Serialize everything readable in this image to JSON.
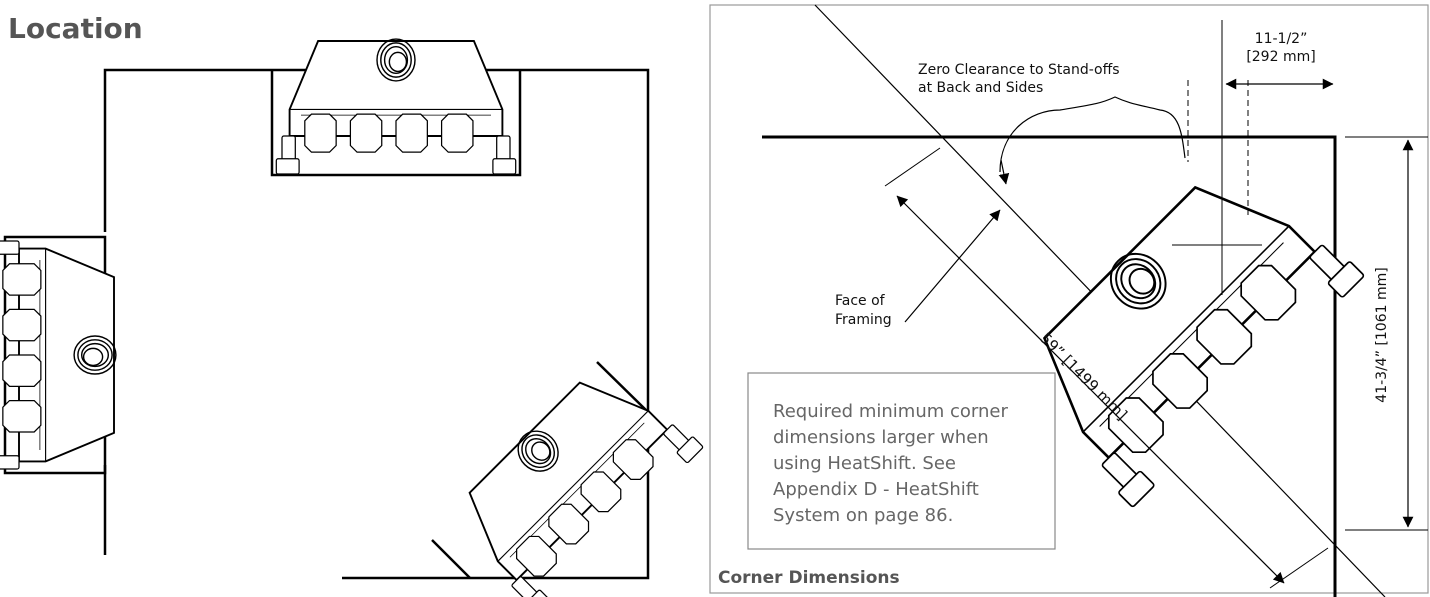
{
  "header": {
    "title": "Location"
  },
  "detail": {
    "caption": "Corner Dimensions",
    "clearance_label": {
      "line1": "Zero Clearance to Stand-offs",
      "line2": "at Back and Sides"
    },
    "framing_label": {
      "line1": "Face of",
      "line2": "Framing"
    },
    "dim_offset": {
      "line1": "11-1/2”",
      "line2": "[292 mm]"
    },
    "dim_vertical": "41-3/4” [1061 mm]",
    "dim_diagonal": "59” [1499 mm]",
    "note_lines": [
      "Required minimum corner",
      "dimensions larger when",
      "using HeatShift. See",
      "Appendix D - HeatShift",
      "System on page 86."
    ]
  }
}
